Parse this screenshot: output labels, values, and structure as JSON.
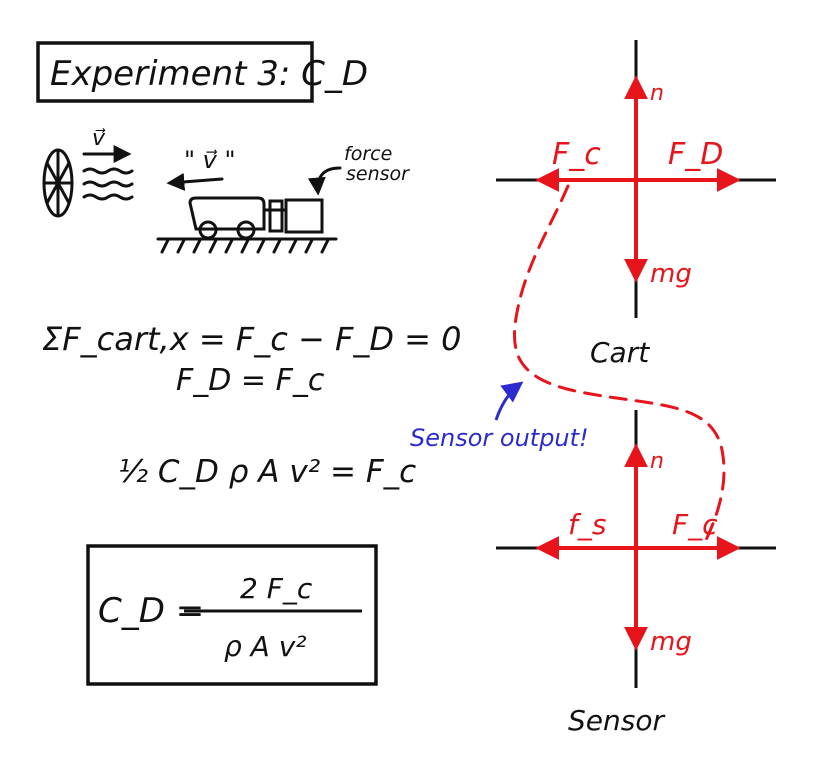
{
  "title": "Experiment 3: C_D",
  "setup": {
    "wind_velocity_label": "v⃗",
    "cart_velocity_label": "\" v⃗ \"",
    "sensor_label_line1": "force",
    "sensor_label_line2": "sensor"
  },
  "equations": {
    "net_force": "ΣF_cart,x = F_c − F_D = 0",
    "equality": "F_D = F_c",
    "drag_eq": "½ C_D ρ A v² = F_c",
    "result_lhs": "C_D =",
    "result_num": "2 F_c",
    "result_den": "ρ A v²"
  },
  "fbd_cart": {
    "caption": "Cart",
    "up": "n",
    "down": "mg",
    "left": "F_c",
    "right": "F_D"
  },
  "fbd_sensor": {
    "caption": "Sensor",
    "up": "n",
    "down": "mg",
    "left": "f_s",
    "right": "F_c"
  },
  "annotation": "Sensor output!",
  "colors": {
    "ink": "#111111",
    "force": "#e8141b",
    "note": "#2b2bd0"
  }
}
